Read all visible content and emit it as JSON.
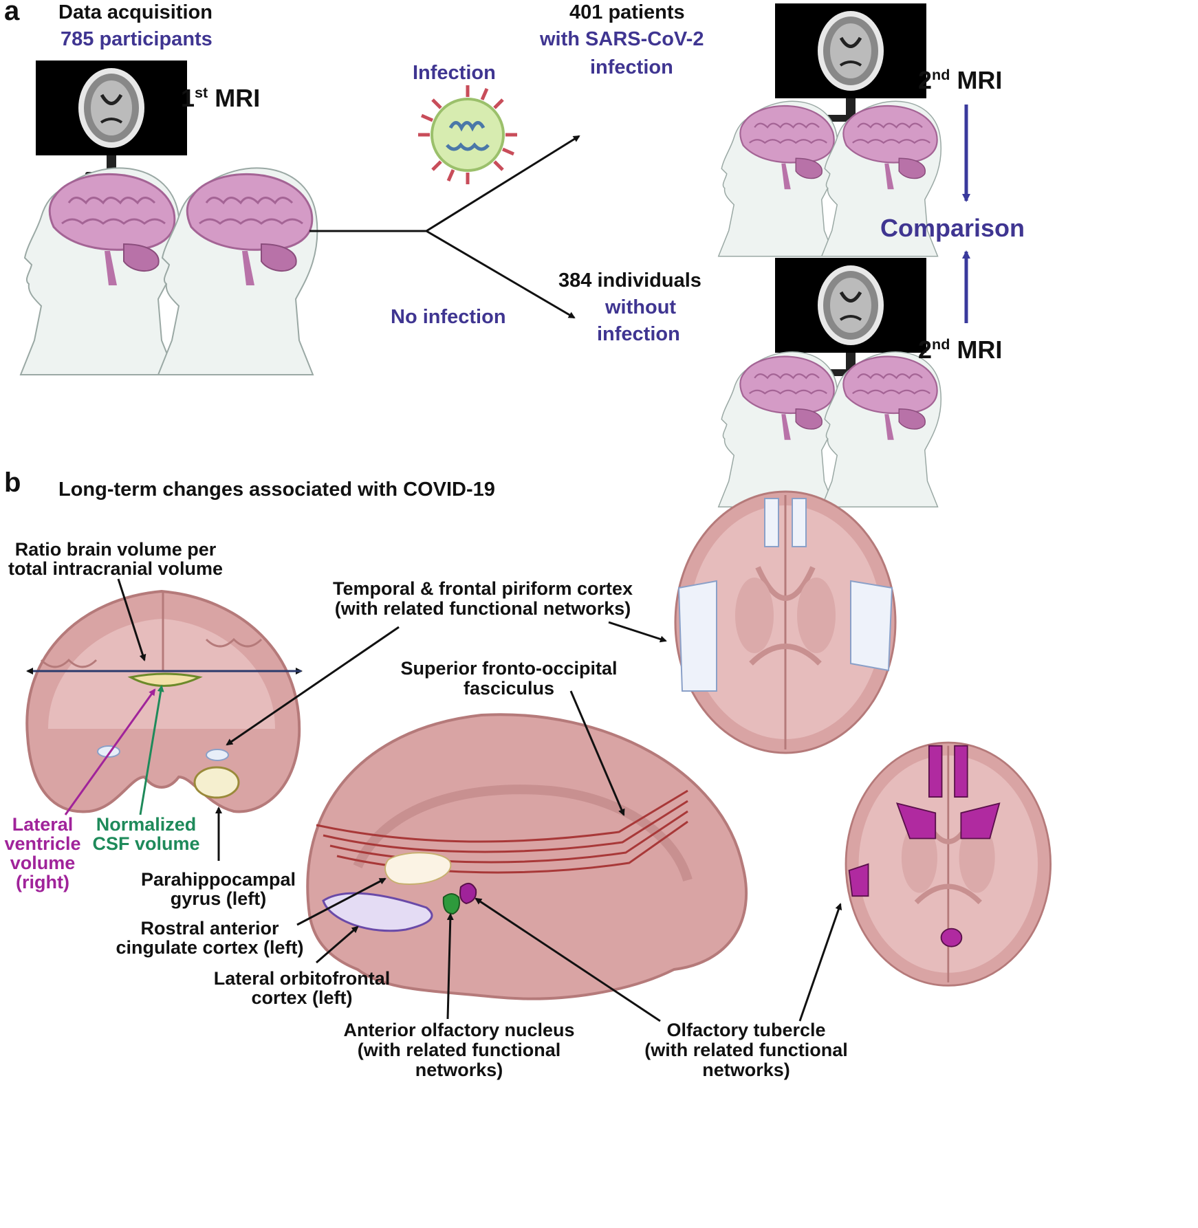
{
  "panel_a": {
    "letter": "a",
    "data_acquisition": "Data acquisition",
    "participants": "785 participants",
    "first_mri": "MRI",
    "first_mri_sup": "st",
    "first_mri_num": "1",
    "infection": "Infection",
    "no_infection": "No infection",
    "patients_line1": "401 patients",
    "patients_line2": "with SARS-CoV-2",
    "patients_line3": "infection",
    "individuals_line1": "384 individuals",
    "individuals_line2": "without",
    "individuals_line3": "infection",
    "second_mri_num": "2",
    "second_mri_sup": "nd",
    "second_mri": "MRI",
    "comparison": "Comparison"
  },
  "panel_b": {
    "letter": "b",
    "title": "Long-term changes associated with COVID-19",
    "labels": {
      "ratio_1": "Ratio brain volume per",
      "ratio_2": "total intracranial volume",
      "piriform_1": "Temporal & frontal piriform cortex",
      "piriform_2": "(with related functional networks)",
      "sfo_1": "Superior fronto-occipital",
      "sfo_2": "fasciculus",
      "lv_1": "Lateral",
      "lv_2": "ventricle",
      "lv_3": "volume",
      "lv_4": "(right)",
      "csf_1": "Normalized",
      "csf_2": "CSF volume",
      "para_1": "Parahippocampal",
      "para_2": "gyrus (left)",
      "racc_1": "Rostral anterior",
      "racc_2": "cingulate cortex (left)",
      "lofc_1": "Lateral orbitofrontal",
      "lofc_2": "cortex (left)",
      "aon_1": "Anterior olfactory nucleus",
      "aon_2": "(with related functional",
      "aon_3": "networks)",
      "ot_1": "Olfactory tubercle",
      "ot_2": "(with related functional",
      "ot_3": "networks)"
    }
  },
  "colors": {
    "text_dark": "#111111",
    "text_purple": "#3f3591",
    "text_magenta": "#a0239a",
    "text_green": "#1e8a5a",
    "brain_pink": "#d9a0c8",
    "tissue": "#e3b3b3",
    "arrow_blue": "#3a3a9c"
  }
}
